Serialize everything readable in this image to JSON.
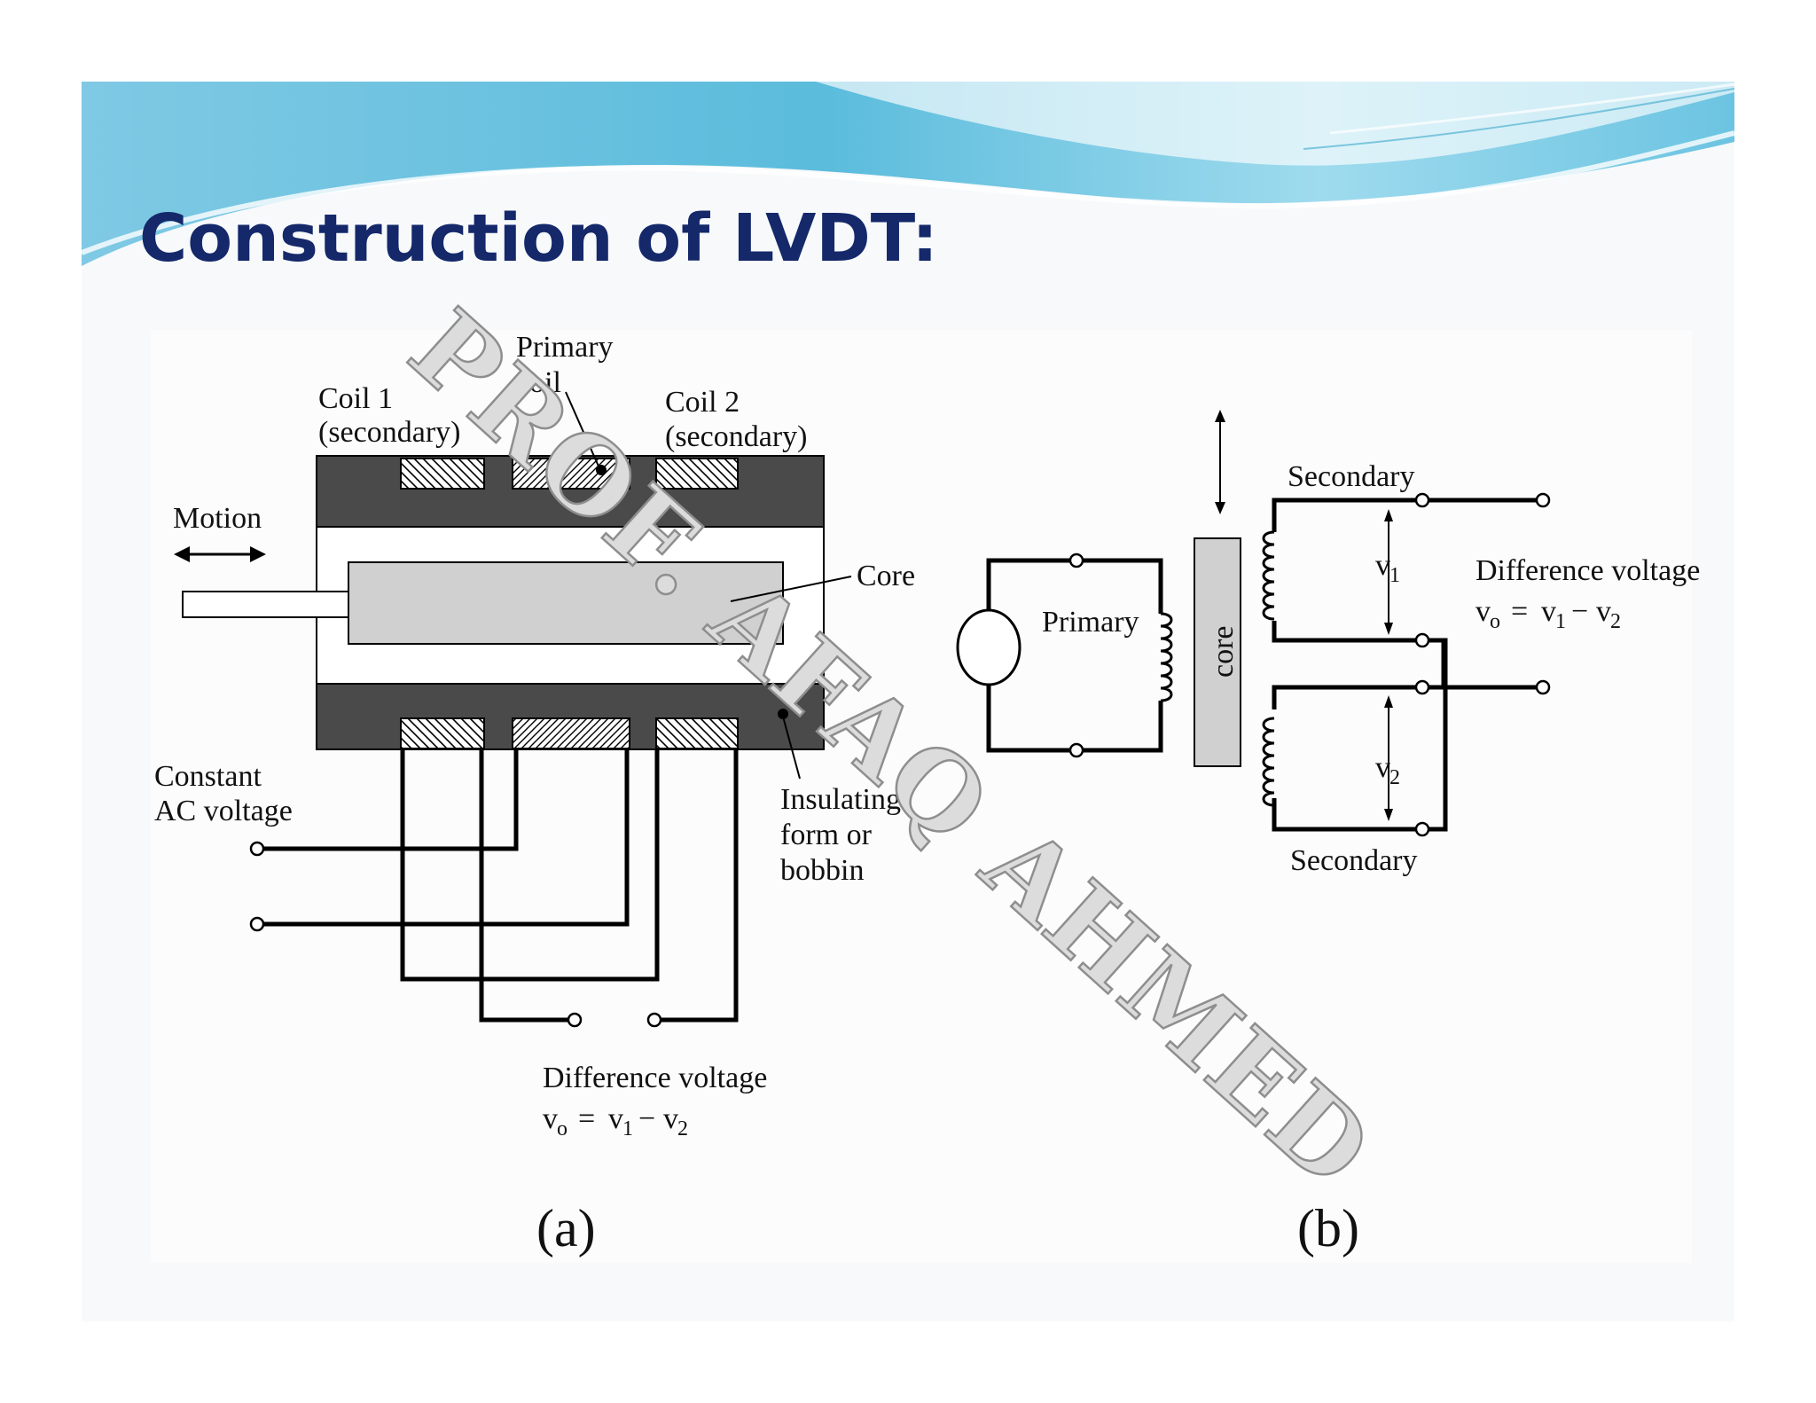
{
  "slide": {
    "title": "Construction of LVDT:",
    "watermark": "PROF. AFAQ AHMED"
  },
  "figure_a": {
    "labels": {
      "primary_line1": "Primary",
      "primary_line2": "coil",
      "coil1_line1": "Coil 1",
      "coil1_line2": "(secondary)",
      "coil2_line1": "Coil 2",
      "coil2_line2": "(secondary)",
      "motion": "Motion",
      "core": "Core",
      "constant_line1": "Constant",
      "constant_line2": "AC voltage",
      "insulating_line1": "Insulating",
      "insulating_line2": "form or",
      "insulating_line3": "bobbin",
      "difference_voltage": "Difference voltage"
    },
    "caption": "(a)"
  },
  "figure_b": {
    "labels": {
      "secondary_top": "Secondary",
      "secondary_bottom": "Secondary",
      "primary": "Primary",
      "core": "core",
      "difference_voltage": "Difference voltage",
      "v1": "v",
      "v2": "v"
    },
    "caption": "(b)"
  },
  "equation": {
    "v": "v",
    "sub_o": "o",
    "sub_1": "1",
    "sub_2": "2",
    "equals": "=",
    "minus": "−"
  },
  "colors": {
    "title": "#14286a",
    "banner_dark": "#4fb6d6",
    "banner_light": "#bfe6f2",
    "bobbin": "#4a4a4a",
    "core": "#d0d0d0"
  }
}
